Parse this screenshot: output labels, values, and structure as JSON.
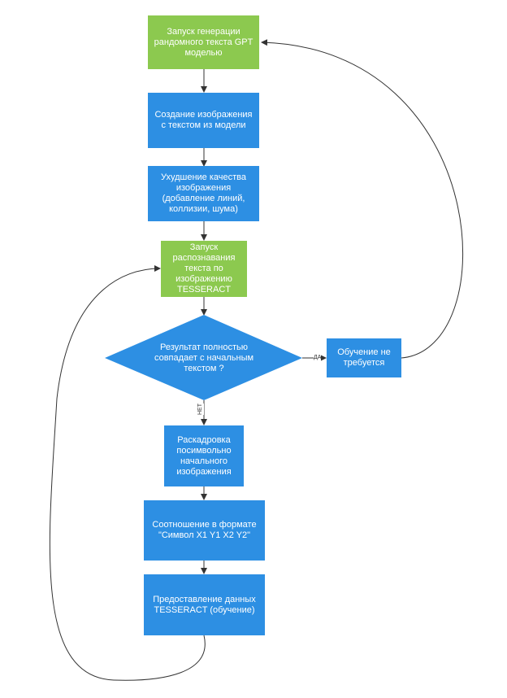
{
  "colors": {
    "process_green": "#8cc94f",
    "process_blue": "#2d8fe3",
    "connector": "#333333"
  },
  "nodes": {
    "start_generation": "Запуск генерации рандомного текста GPT моделью",
    "create_image": "Создание изображения с текстом из модели",
    "degrade_quality": "Ухудшение качества изображения (добавление линий, коллизии, шума)",
    "run_recognition": "Запуск распознавания текста по изображению TESSERACT",
    "decision": "Результат полностью совпадает с начальным текстом ?",
    "no_training": "Обучение не требуется",
    "storyboard": "Раскадровка посимвольно начального изображения",
    "ratio_format": "Соотношение в формате \"Символ X1 Y1 X2 Y2\"",
    "provide_data": "Предоставление данных TESSERACT (обучение)"
  },
  "edge_labels": {
    "yes": "ДА",
    "no": "НЕТ"
  }
}
